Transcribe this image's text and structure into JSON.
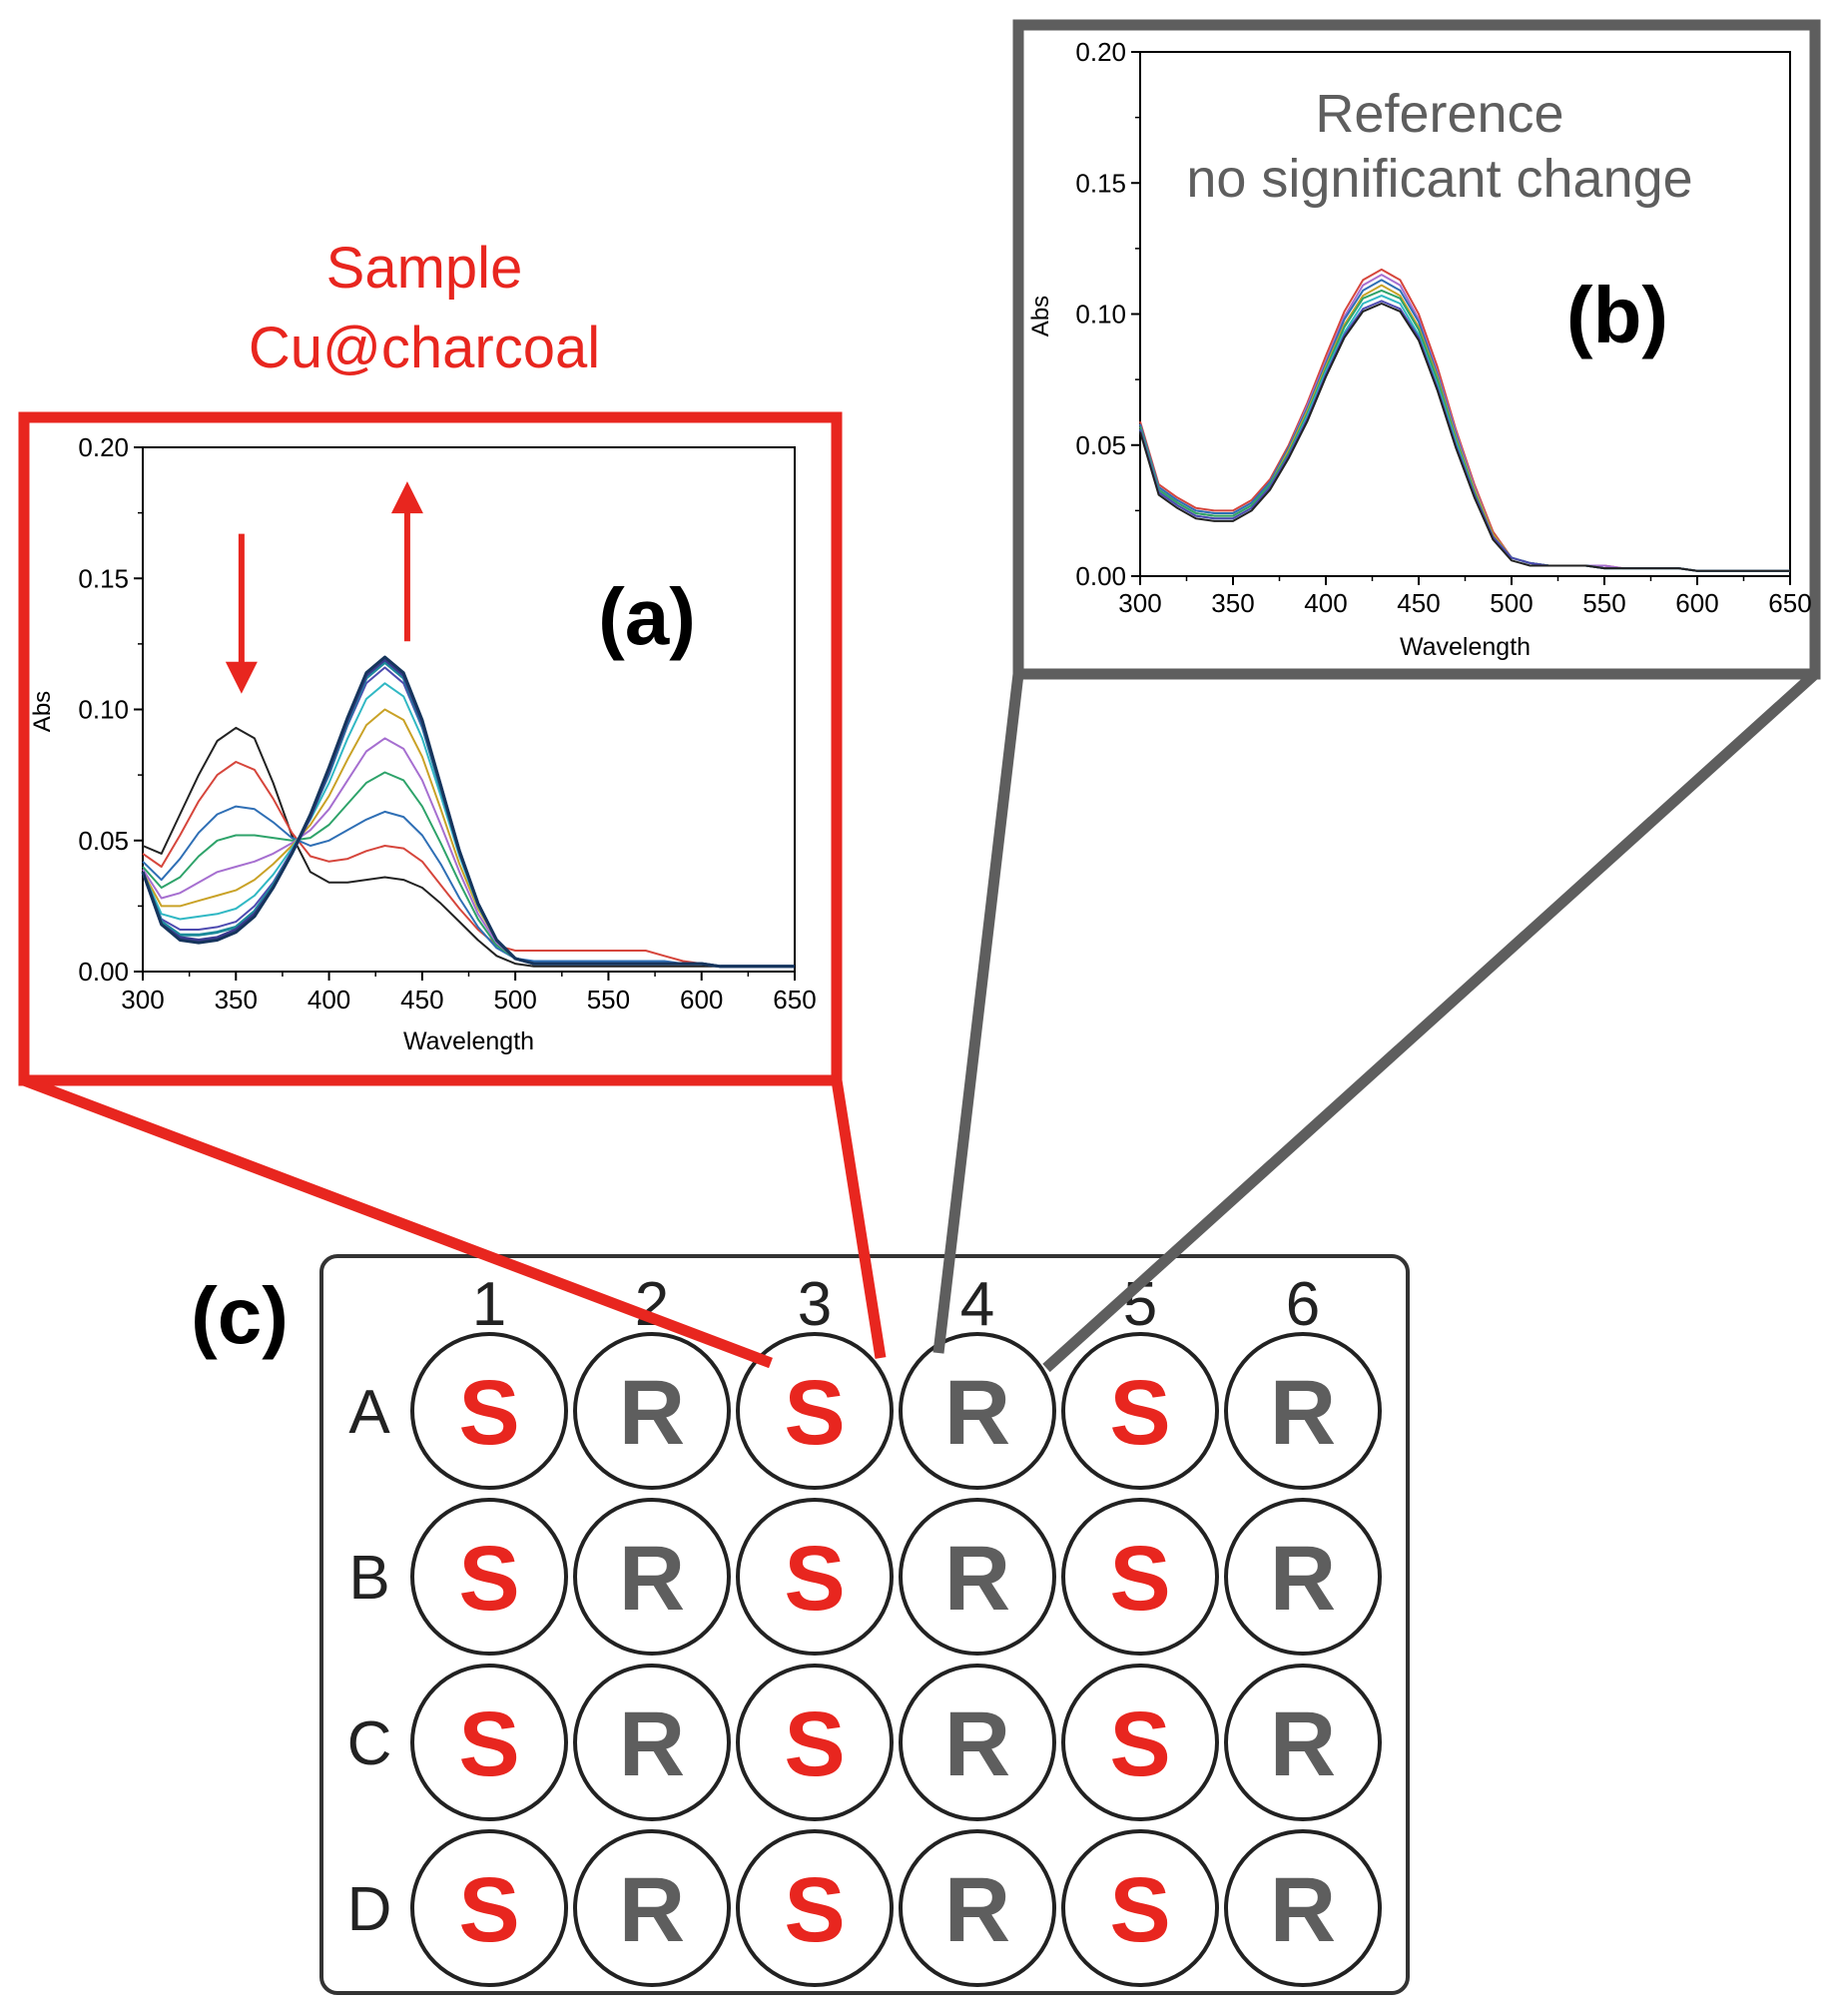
{
  "colors": {
    "sample": "#e8261f",
    "reference": "#5e5e5e",
    "plate_label": "#000000",
    "sample_letter": "#e8261f",
    "reference_letter": "#5e5e5e",
    "palette": [
      "#222222",
      "#d6463c",
      "#2f6fb5",
      "#2ea36a",
      "#a66fd0",
      "#c9a227",
      "#31b8c4",
      "#4e4bb0",
      "#1c8a9a",
      "#3b3b8f",
      "#16355c"
    ]
  },
  "sample_heading": {
    "line1": "Sample",
    "line2": "Cu@charcoal"
  },
  "reference_heading": {
    "line1": "Reference",
    "line2": "no significant change"
  },
  "panel_labels": {
    "a": "(a)",
    "b": "(b)",
    "c": "(c)"
  },
  "chart_data": [
    {
      "id": "a",
      "type": "line",
      "xlabel": "Wavelength",
      "ylabel": "Abs",
      "xlim": [
        300,
        650
      ],
      "ylim": [
        0,
        0.2
      ],
      "xticks": [
        300,
        350,
        400,
        450,
        500,
        550,
        600,
        650
      ],
      "yticks": [
        0.0,
        0.05,
        0.1,
        0.15,
        0.2
      ],
      "ytick_labels": [
        "0.00",
        "0.05",
        "0.10",
        "0.15",
        "0.20"
      ],
      "annotations": [
        {
          "kind": "arrow-down",
          "x": 353,
          "y_from": 0.167,
          "y_to": 0.106
        },
        {
          "kind": "arrow-up",
          "x": 442,
          "y_from": 0.126,
          "y_to": 0.187
        }
      ],
      "x": [
        300,
        310,
        320,
        330,
        340,
        350,
        360,
        370,
        380,
        390,
        400,
        410,
        420,
        430,
        440,
        450,
        460,
        470,
        480,
        490,
        500,
        510,
        520,
        530,
        540,
        550,
        560,
        570,
        580,
        590,
        600,
        610,
        620,
        630,
        640,
        650
      ],
      "series": [
        {
          "values": [
            0.048,
            0.045,
            0.06,
            0.075,
            0.088,
            0.093,
            0.089,
            0.072,
            0.052,
            0.038,
            0.034,
            0.034,
            0.035,
            0.036,
            0.035,
            0.032,
            0.026,
            0.019,
            0.012,
            0.006,
            0.003,
            0.002,
            0.002,
            0.002,
            0.002,
            0.002,
            0.002,
            0.002,
            0.002,
            0.002,
            0.002,
            0.002,
            0.002,
            0.002,
            0.002,
            0.002
          ]
        },
        {
          "values": [
            0.045,
            0.04,
            0.052,
            0.065,
            0.075,
            0.08,
            0.077,
            0.066,
            0.053,
            0.044,
            0.042,
            0.043,
            0.046,
            0.048,
            0.047,
            0.042,
            0.033,
            0.024,
            0.016,
            0.01,
            0.008,
            0.008,
            0.008,
            0.008,
            0.008,
            0.008,
            0.008,
            0.008,
            0.006,
            0.004,
            0.003,
            0.002,
            0.002,
            0.002,
            0.002,
            0.002
          ]
        },
        {
          "values": [
            0.042,
            0.035,
            0.043,
            0.053,
            0.06,
            0.063,
            0.062,
            0.057,
            0.051,
            0.048,
            0.05,
            0.054,
            0.058,
            0.061,
            0.059,
            0.052,
            0.041,
            0.028,
            0.017,
            0.009,
            0.005,
            0.004,
            0.004,
            0.004,
            0.004,
            0.004,
            0.004,
            0.004,
            0.004,
            0.003,
            0.003,
            0.002,
            0.002,
            0.002,
            0.002,
            0.002
          ]
        },
        {
          "values": [
            0.04,
            0.032,
            0.036,
            0.044,
            0.05,
            0.052,
            0.052,
            0.051,
            0.05,
            0.051,
            0.056,
            0.064,
            0.072,
            0.076,
            0.073,
            0.063,
            0.049,
            0.034,
            0.02,
            0.01,
            0.005,
            0.003,
            0.003,
            0.003,
            0.003,
            0.003,
            0.003,
            0.003,
            0.003,
            0.003,
            0.003,
            0.002,
            0.002,
            0.002,
            0.002,
            0.002
          ]
        },
        {
          "values": [
            0.039,
            0.028,
            0.03,
            0.034,
            0.038,
            0.04,
            0.042,
            0.045,
            0.049,
            0.054,
            0.062,
            0.073,
            0.084,
            0.089,
            0.085,
            0.073,
            0.056,
            0.038,
            0.022,
            0.011,
            0.005,
            0.003,
            0.003,
            0.003,
            0.003,
            0.003,
            0.003,
            0.003,
            0.003,
            0.003,
            0.003,
            0.002,
            0.002,
            0.002,
            0.002,
            0.002
          ]
        },
        {
          "values": [
            0.038,
            0.025,
            0.025,
            0.027,
            0.029,
            0.031,
            0.035,
            0.041,
            0.048,
            0.056,
            0.067,
            0.081,
            0.094,
            0.1,
            0.096,
            0.082,
            0.062,
            0.041,
            0.024,
            0.012,
            0.005,
            0.003,
            0.003,
            0.003,
            0.003,
            0.003,
            0.003,
            0.003,
            0.003,
            0.003,
            0.003,
            0.002,
            0.002,
            0.002,
            0.002,
            0.002
          ]
        },
        {
          "values": [
            0.038,
            0.022,
            0.02,
            0.021,
            0.022,
            0.024,
            0.029,
            0.037,
            0.047,
            0.058,
            0.072,
            0.089,
            0.104,
            0.11,
            0.105,
            0.089,
            0.067,
            0.044,
            0.025,
            0.012,
            0.005,
            0.003,
            0.003,
            0.003,
            0.003,
            0.003,
            0.003,
            0.003,
            0.003,
            0.003,
            0.003,
            0.002,
            0.002,
            0.002,
            0.002,
            0.002
          ]
        },
        {
          "values": [
            0.038,
            0.02,
            0.016,
            0.016,
            0.017,
            0.019,
            0.025,
            0.034,
            0.046,
            0.059,
            0.075,
            0.094,
            0.11,
            0.116,
            0.11,
            0.093,
            0.069,
            0.045,
            0.026,
            0.012,
            0.005,
            0.003,
            0.003,
            0.003,
            0.003,
            0.003,
            0.003,
            0.003,
            0.003,
            0.003,
            0.003,
            0.002,
            0.002,
            0.002,
            0.002,
            0.002
          ]
        },
        {
          "values": [
            0.038,
            0.019,
            0.014,
            0.014,
            0.015,
            0.017,
            0.023,
            0.033,
            0.045,
            0.059,
            0.076,
            0.095,
            0.112,
            0.118,
            0.112,
            0.094,
            0.07,
            0.046,
            0.026,
            0.012,
            0.005,
            0.003,
            0.003,
            0.003,
            0.003,
            0.003,
            0.003,
            0.003,
            0.003,
            0.003,
            0.003,
            0.002,
            0.002,
            0.002,
            0.002,
            0.002
          ]
        },
        {
          "values": [
            0.038,
            0.018,
            0.013,
            0.012,
            0.013,
            0.016,
            0.022,
            0.032,
            0.045,
            0.059,
            0.077,
            0.096,
            0.113,
            0.119,
            0.113,
            0.095,
            0.071,
            0.046,
            0.026,
            0.012,
            0.005,
            0.003,
            0.003,
            0.003,
            0.003,
            0.003,
            0.003,
            0.003,
            0.003,
            0.003,
            0.003,
            0.002,
            0.002,
            0.002,
            0.002,
            0.002
          ]
        },
        {
          "values": [
            0.038,
            0.018,
            0.012,
            0.011,
            0.012,
            0.015,
            0.021,
            0.032,
            0.045,
            0.06,
            0.078,
            0.097,
            0.114,
            0.12,
            0.114,
            0.096,
            0.071,
            0.046,
            0.026,
            0.012,
            0.005,
            0.003,
            0.003,
            0.003,
            0.003,
            0.003,
            0.003,
            0.003,
            0.003,
            0.003,
            0.003,
            0.002,
            0.002,
            0.002,
            0.002,
            0.002
          ]
        }
      ]
    },
    {
      "id": "b",
      "type": "line",
      "xlabel": "Wavelength",
      "ylabel": "Abs",
      "xlim": [
        300,
        650
      ],
      "ylim": [
        0,
        0.2
      ],
      "xticks": [
        300,
        350,
        400,
        450,
        500,
        550,
        600,
        650
      ],
      "yticks": [
        0.0,
        0.05,
        0.1,
        0.15,
        0.2
      ],
      "ytick_labels": [
        "0.00",
        "0.05",
        "0.10",
        "0.15",
        "0.20"
      ],
      "x": [
        300,
        310,
        320,
        330,
        340,
        350,
        360,
        370,
        380,
        390,
        400,
        410,
        420,
        430,
        440,
        450,
        460,
        470,
        480,
        490,
        500,
        510,
        520,
        530,
        540,
        550,
        560,
        570,
        580,
        590,
        600,
        610,
        620,
        630,
        640,
        650
      ],
      "series": [
        {
          "values": [
            0.059,
            0.035,
            0.03,
            0.026,
            0.025,
            0.025,
            0.029,
            0.037,
            0.05,
            0.066,
            0.084,
            0.101,
            0.113,
            0.117,
            0.113,
            0.1,
            0.08,
            0.056,
            0.035,
            0.017,
            0.007,
            0.005,
            0.004,
            0.004,
            0.004,
            0.004,
            0.003,
            0.003,
            0.003,
            0.003,
            0.002,
            0.002,
            0.002,
            0.002,
            0.002,
            0.002
          ]
        },
        {
          "values": [
            0.058,
            0.034,
            0.029,
            0.025,
            0.024,
            0.024,
            0.028,
            0.036,
            0.049,
            0.065,
            0.082,
            0.099,
            0.111,
            0.115,
            0.111,
            0.098,
            0.078,
            0.055,
            0.034,
            0.016,
            0.007,
            0.005,
            0.004,
            0.004,
            0.004,
            0.004,
            0.003,
            0.003,
            0.003,
            0.003,
            0.002,
            0.002,
            0.002,
            0.002,
            0.002,
            0.002
          ]
        },
        {
          "values": [
            0.058,
            0.034,
            0.029,
            0.025,
            0.024,
            0.024,
            0.028,
            0.036,
            0.049,
            0.064,
            0.081,
            0.098,
            0.109,
            0.113,
            0.109,
            0.097,
            0.077,
            0.054,
            0.033,
            0.016,
            0.007,
            0.005,
            0.004,
            0.004,
            0.004,
            0.003,
            0.003,
            0.003,
            0.003,
            0.003,
            0.002,
            0.002,
            0.002,
            0.002,
            0.002,
            0.002
          ]
        },
        {
          "values": [
            0.057,
            0.033,
            0.028,
            0.024,
            0.023,
            0.023,
            0.027,
            0.035,
            0.048,
            0.063,
            0.08,
            0.096,
            0.107,
            0.111,
            0.107,
            0.095,
            0.076,
            0.053,
            0.033,
            0.016,
            0.007,
            0.005,
            0.004,
            0.004,
            0.004,
            0.003,
            0.003,
            0.003,
            0.003,
            0.003,
            0.002,
            0.002,
            0.002,
            0.002,
            0.002,
            0.002
          ]
        },
        {
          "values": [
            0.057,
            0.033,
            0.028,
            0.024,
            0.023,
            0.023,
            0.027,
            0.035,
            0.047,
            0.062,
            0.079,
            0.095,
            0.106,
            0.109,
            0.106,
            0.094,
            0.075,
            0.052,
            0.032,
            0.015,
            0.007,
            0.005,
            0.004,
            0.004,
            0.004,
            0.003,
            0.003,
            0.003,
            0.003,
            0.003,
            0.002,
            0.002,
            0.002,
            0.002,
            0.002,
            0.002
          ]
        },
        {
          "values": [
            0.056,
            0.032,
            0.027,
            0.023,
            0.022,
            0.022,
            0.026,
            0.034,
            0.046,
            0.061,
            0.078,
            0.093,
            0.104,
            0.107,
            0.104,
            0.092,
            0.073,
            0.051,
            0.031,
            0.015,
            0.007,
            0.005,
            0.004,
            0.004,
            0.004,
            0.003,
            0.003,
            0.003,
            0.003,
            0.003,
            0.002,
            0.002,
            0.002,
            0.002,
            0.002,
            0.002
          ]
        },
        {
          "values": [
            0.056,
            0.032,
            0.027,
            0.023,
            0.022,
            0.022,
            0.026,
            0.034,
            0.046,
            0.06,
            0.077,
            0.092,
            0.102,
            0.105,
            0.102,
            0.091,
            0.072,
            0.05,
            0.031,
            0.015,
            0.007,
            0.005,
            0.004,
            0.004,
            0.004,
            0.003,
            0.003,
            0.003,
            0.003,
            0.003,
            0.002,
            0.002,
            0.002,
            0.002,
            0.002,
            0.002
          ]
        },
        {
          "values": [
            0.055,
            0.031,
            0.026,
            0.022,
            0.021,
            0.021,
            0.025,
            0.033,
            0.045,
            0.059,
            0.076,
            0.091,
            0.101,
            0.104,
            0.101,
            0.09,
            0.071,
            0.049,
            0.03,
            0.014,
            0.006,
            0.004,
            0.004,
            0.004,
            0.004,
            0.003,
            0.003,
            0.003,
            0.003,
            0.003,
            0.002,
            0.002,
            0.002,
            0.002,
            0.002,
            0.002
          ]
        }
      ]
    }
  ],
  "plate": {
    "columns": [
      "1",
      "2",
      "3",
      "4",
      "5",
      "6"
    ],
    "rows": [
      "A",
      "B",
      "C",
      "D"
    ],
    "wells": [
      [
        "S",
        "R",
        "S",
        "R",
        "S",
        "R"
      ],
      [
        "S",
        "R",
        "S",
        "R",
        "S",
        "R"
      ],
      [
        "S",
        "R",
        "S",
        "R",
        "S",
        "R"
      ],
      [
        "S",
        "R",
        "S",
        "R",
        "S",
        "R"
      ]
    ]
  }
}
